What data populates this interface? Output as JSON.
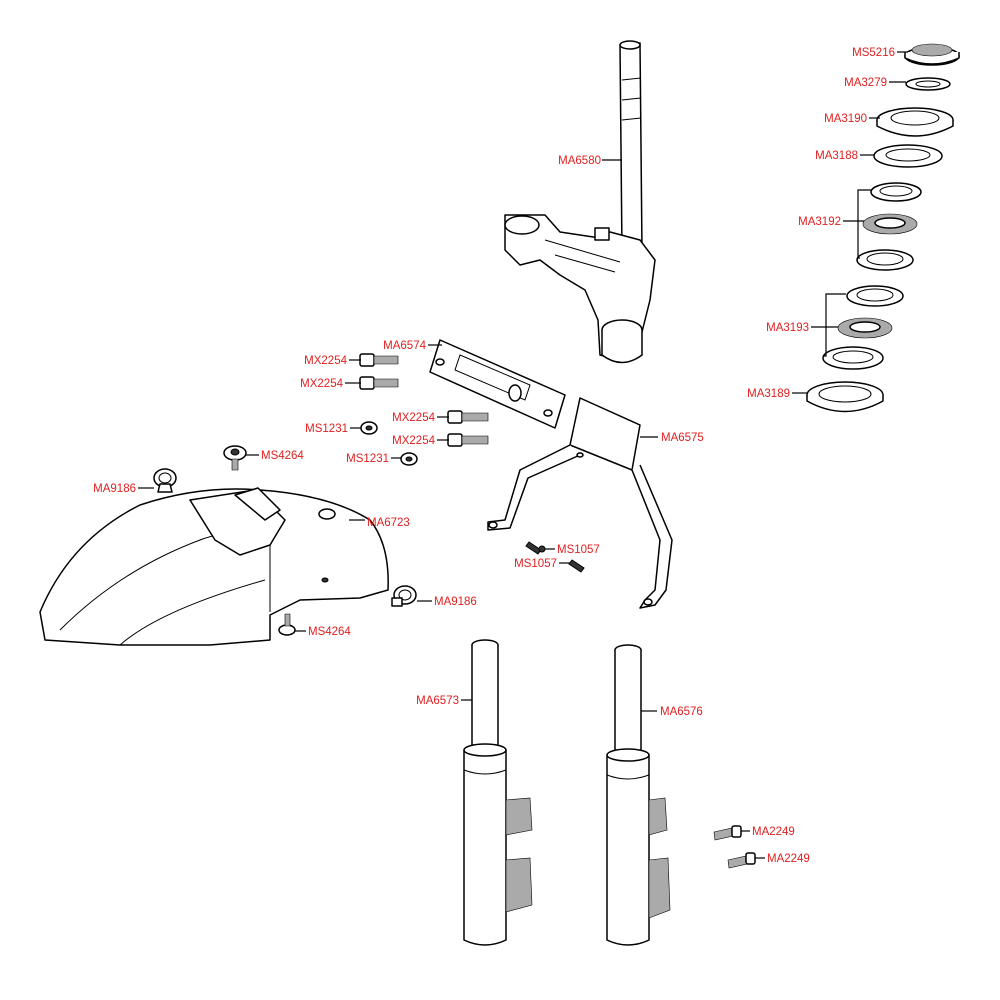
{
  "labels": {
    "ms5216": "MS5216",
    "ma3279": "MA3279",
    "ma3190": "MA3190",
    "ma3188": "MA3188",
    "ma3192": "MA3192",
    "ma3193": "MA3193",
    "ma3189": "MA3189",
    "ma6580": "MA6580",
    "ma6574": "MA6574",
    "mx2254_a": "MX2254",
    "mx2254_b": "MX2254",
    "mx2254_c": "MX2254",
    "mx2254_d": "MX2254",
    "ms1231_a": "MS1231",
    "ms1231_b": "MS1231",
    "ma6575": "MA6575",
    "ms4264_a": "MS4264",
    "ms4264_b": "MS4264",
    "ma9186_a": "MA9186",
    "ma9186_b": "MA9186",
    "ma6723": "MA6723",
    "ms1057_a": "MS1057",
    "ms1057_b": "MS1057",
    "ma6573": "MA6573",
    "ma6576": "MA6576",
    "ma2249_a": "MA2249",
    "ma2249_b": "MA2249"
  },
  "colors": {
    "label": "#e02020",
    "line": "#000000",
    "background": "#ffffff"
  }
}
